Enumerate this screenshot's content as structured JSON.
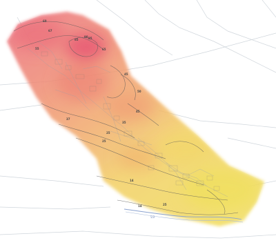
{
  "map": {
    "contour_labels": [
      {
        "id": "c1",
        "text": "60"
      },
      {
        "id": "c2",
        "text": "67"
      },
      {
        "id": "c3",
        "text": "55"
      },
      {
        "id": "c4",
        "text": "85"
      },
      {
        "id": "c5",
        "text": "90"
      },
      {
        "id": "c6",
        "text": "85"
      },
      {
        "id": "c7",
        "text": "65"
      },
      {
        "id": "c8",
        "text": "45"
      },
      {
        "id": "c9",
        "text": "50"
      },
      {
        "id": "c10",
        "text": "45"
      },
      {
        "id": "c11",
        "text": "37"
      },
      {
        "id": "c12",
        "text": "35"
      },
      {
        "id": "c13",
        "text": "25"
      },
      {
        "id": "c14",
        "text": "25"
      },
      {
        "id": "c15",
        "text": "14"
      },
      {
        "id": "c16",
        "text": "25"
      },
      {
        "id": "c17",
        "text": "14"
      }
    ],
    "water_label": "5/2",
    "colors": {
      "hot": "#ea5f73",
      "warm": "#f08d6f",
      "mid": "#f2b36a",
      "cool": "#f1dc5b",
      "road": "#c6ccd3",
      "contour": "#5a5a5a",
      "water": "#7f98c8"
    }
  }
}
